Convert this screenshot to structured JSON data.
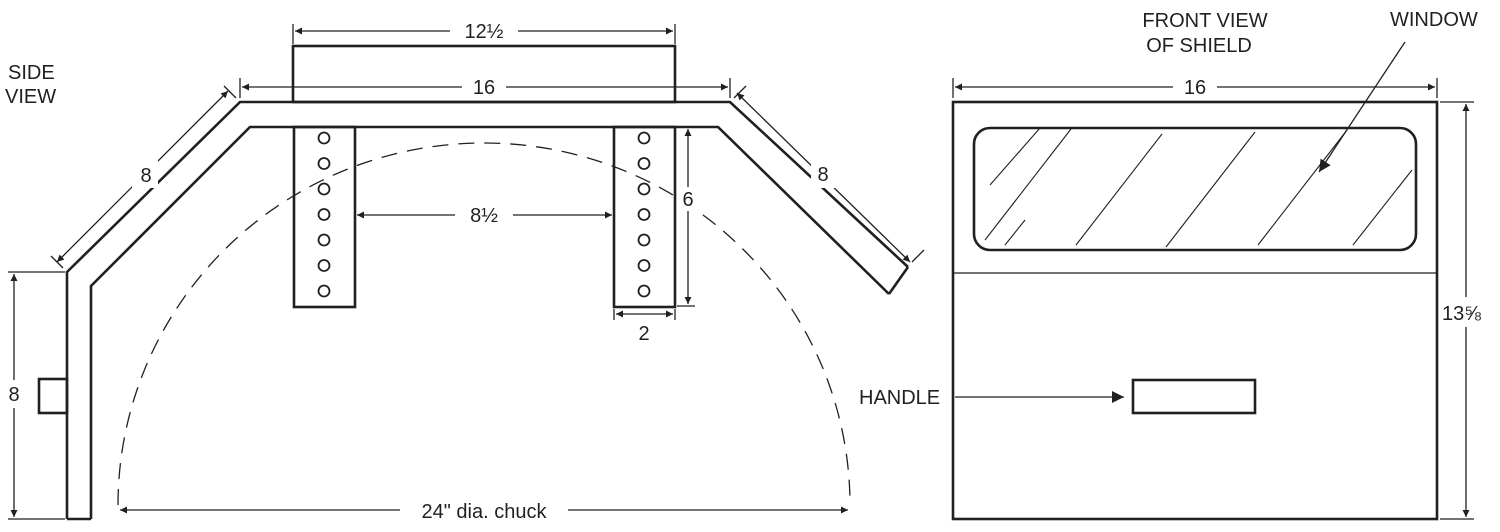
{
  "side_view": {
    "title_line1": "SIDE",
    "title_line2": "VIEW",
    "dim_top_width": "12½",
    "dim_overall_width": "16",
    "dim_left_slope": "8",
    "dim_right_slope": "8",
    "dim_bracket_spacing": "8½",
    "dim_bracket_height": "6",
    "dim_bracket_width": "2",
    "dim_left_height": "8",
    "chuck_label": "24\" dia. chuck"
  },
  "front_view": {
    "title_line1": "FRONT VIEW",
    "title_line2": "OF SHIELD",
    "window_label": "WINDOW",
    "handle_label": "HANDLE",
    "dim_width": "16",
    "dim_height": "13⅝"
  }
}
